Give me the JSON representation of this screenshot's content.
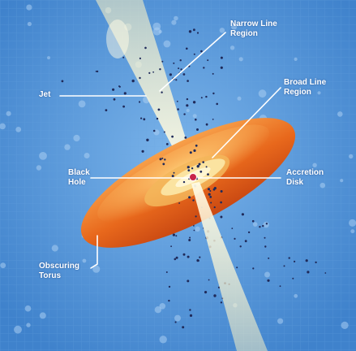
{
  "colors": {
    "background": "#4a8fd4",
    "background_light": "#7bb4ea",
    "torus_outer": "#e8681c",
    "torus_inner": "#f6b24a",
    "jet": "#fff4c2",
    "disk": "#fbe3a0",
    "black_hole": "#c8244a",
    "dots": "#1f2a5a",
    "leader_lines": "#ffffff"
  },
  "labels": {
    "narrow_line_region": [
      "Narrow Line",
      "Region"
    ],
    "broad_line_region": [
      "Broad Line",
      "Region"
    ],
    "jet": "Jet",
    "black_hole": [
      "Black",
      "Hole"
    ],
    "accretion_disk": [
      "Accretion",
      "Disk"
    ],
    "obscuring_torus": [
      "Obscuring",
      "Torus"
    ]
  }
}
